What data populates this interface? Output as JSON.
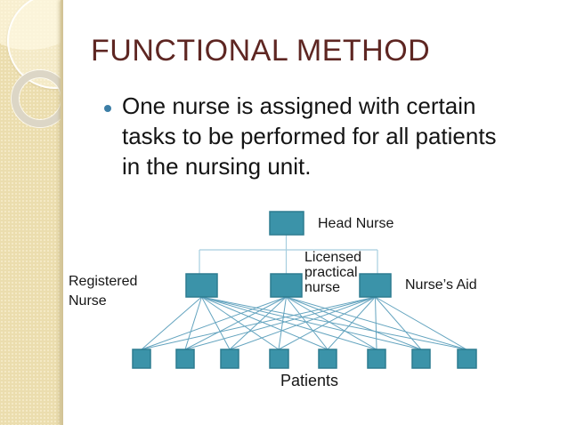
{
  "slide": {
    "title": "FUNCTIONAL METHOD",
    "bullet": {
      "marker_color": "#3C7EA6",
      "lines": [
        "One nurse is assigned with certain",
        "tasks to be performed for all patients",
        "in the nursing unit."
      ]
    },
    "diagram": {
      "head_nurse_label": "Head Nurse",
      "registered_nurse_lines": [
        "Registered",
        "Nurse"
      ],
      "licensed_practical_nurse_lines": [
        "Licensed",
        "practical",
        "nurse"
      ],
      "nurses_aid_label": "Nurse’s Aid",
      "patients_label": "Patients",
      "patient_count": 8
    },
    "colors": {
      "title_text": "#5E2622",
      "body_text": "#141414",
      "box_fill": "#3B93A9",
      "box_border": "#2D7C90",
      "elbow_connector": "#A6CEDF",
      "fan_line": "#64A4BF",
      "sidebar_beige": "#EBDDAE"
    }
  }
}
